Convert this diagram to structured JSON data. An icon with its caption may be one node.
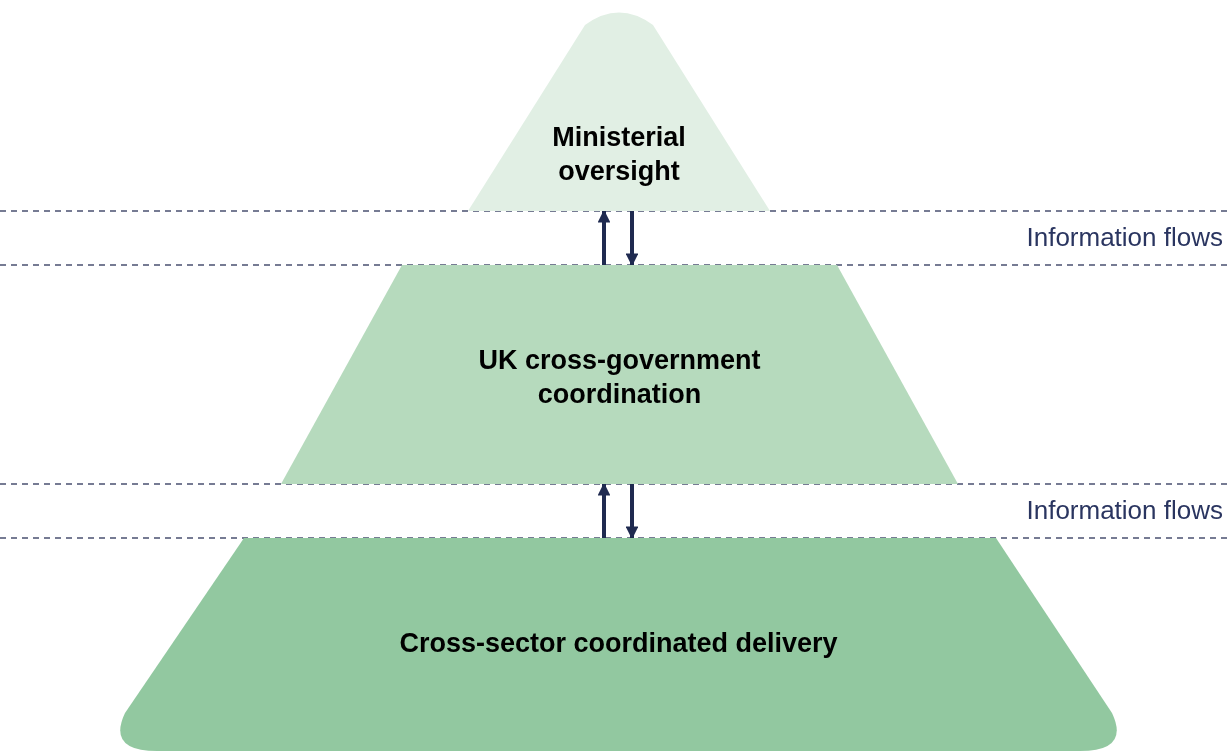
{
  "diagram": {
    "nodes": [
      {
        "text": [
          "Ministerial oversight"
        ]
      },
      {
        "text": [
          "UK cross-government coordination"
        ]
      },
      {
        "text": [
          "Cross-sector coordinated delivery"
        ]
      }
    ],
    "edges": [
      {
        "from": 1,
        "to": 0,
        "arrow": "to"
      },
      {
        "from": 0,
        "to": 1,
        "arrow": "to"
      },
      {
        "from": 2,
        "to": 1,
        "arrow": "to"
      },
      {
        "from": 1,
        "to": 2,
        "arrow": "to"
      }
    ],
    "labels": [
      "Information flows",
      "Information flows"
    ]
  }
}
